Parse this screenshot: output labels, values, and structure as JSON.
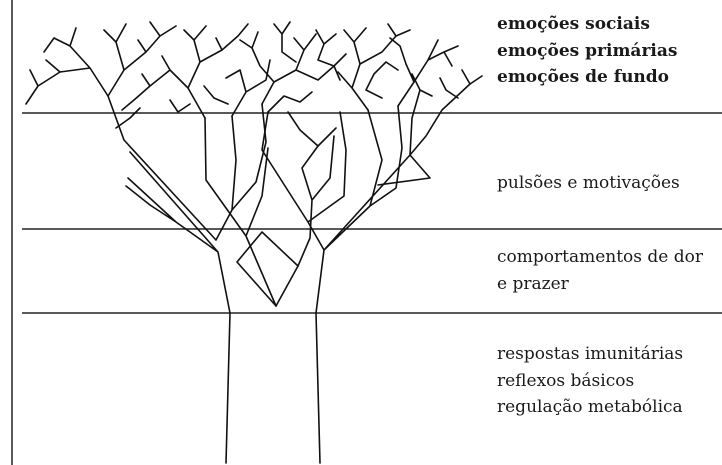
{
  "levels": [
    {
      "id": "emotions",
      "lines": [
        "emoções sociais",
        "emoções primárias",
        "emoções de fundo"
      ]
    },
    {
      "id": "drives",
      "lines": [
        "pulsões e motivações"
      ]
    },
    {
      "id": "behaviour",
      "lines": [
        "comportamentos de dor",
        "e prazer"
      ]
    },
    {
      "id": "basic",
      "lines": [
        "respostas imunitárias",
        "reflexos básicos",
        "regulação metabólica"
      ]
    }
  ]
}
